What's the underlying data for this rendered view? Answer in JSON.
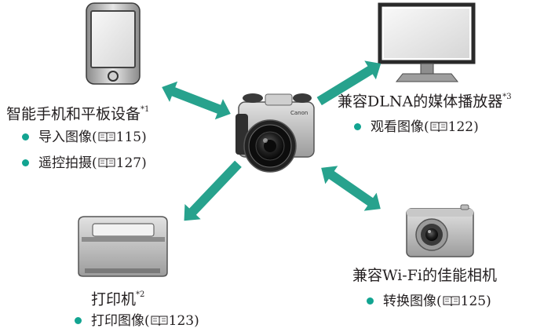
{
  "colors": {
    "arrow": "#27a28d",
    "bullet": "#12a491",
    "text": "#231f20"
  },
  "center_device": {
    "icon": "mirrorless-camera-icon",
    "brand": "Canon"
  },
  "nodes": {
    "smartphone": {
      "icon": "smartphone-tablet-icon",
      "label": "智能手机和平板设备",
      "footnote": "*1",
      "bullets": [
        {
          "text": "导入图像(",
          "page": "115)"
        },
        {
          "text": "遥控拍摄(",
          "page": "127)"
        }
      ]
    },
    "media_player": {
      "icon": "dlna-monitor-icon",
      "label": "兼容DLNA的媒体播放器",
      "footnote": "*3",
      "bullets": [
        {
          "text": "观看图像(",
          "page": "122)"
        }
      ]
    },
    "printer": {
      "icon": "printer-icon",
      "label": "打印机",
      "footnote": "*2",
      "bullets": [
        {
          "text": "打印图像(",
          "page": "123)"
        }
      ]
    },
    "camera": {
      "icon": "compact-camera-icon",
      "label": "兼容Wi-Fi的佳能相机",
      "bullets": [
        {
          "text": "转换图像(",
          "page": "125)"
        }
      ]
    }
  }
}
